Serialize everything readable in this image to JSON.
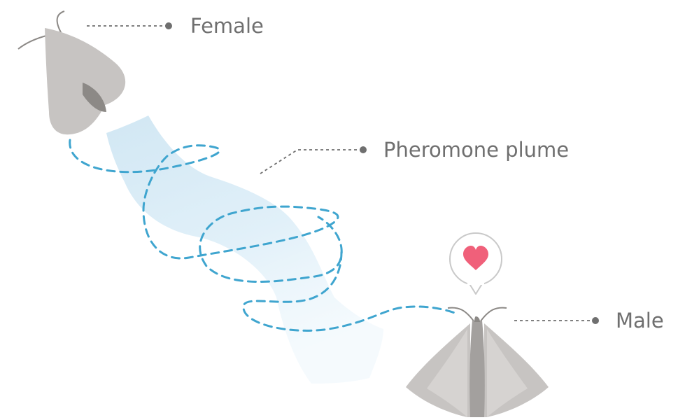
{
  "labels": {
    "female": "Female",
    "plume": "Pheromone plume",
    "male": "Male"
  },
  "colors": {
    "moth_wing": "#c7c4c2",
    "moth_wing_dark": "#a3a09e",
    "moth_body": "#8c8986",
    "plume": "#d9ecf6",
    "flight_path": "#3fa5cf",
    "leader_line": "#6f6f6f",
    "heart": "#f0607a",
    "label_text": "#6f6f6f"
  },
  "icons": {
    "female": "female-moth-icon",
    "male": "male-moth-icon",
    "speech": "heart-speech-bubble-icon"
  }
}
